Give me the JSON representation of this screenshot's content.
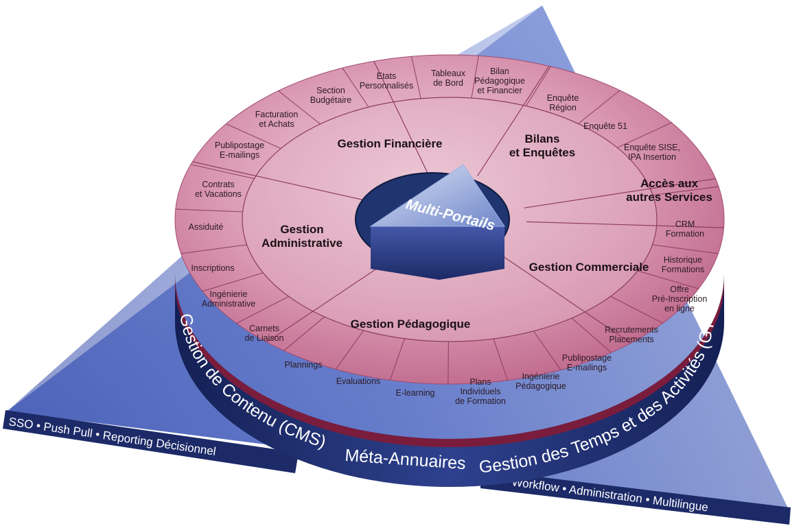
{
  "center": {
    "label": "Multi-Portails"
  },
  "sectors": [
    {
      "id": "financiere",
      "label": [
        "Gestion Financière"
      ]
    },
    {
      "id": "bilans",
      "label": [
        "Bilans",
        "et Enquêtes"
      ]
    },
    {
      "id": "acces",
      "label": [
        "Accès aux",
        "autres Services"
      ]
    },
    {
      "id": "commerciale",
      "label": [
        "Gestion Commerciale"
      ]
    },
    {
      "id": "pedagogique",
      "label": [
        "Gestion Pédagogique"
      ]
    },
    {
      "id": "administrative",
      "label": [
        "Gestion",
        "Administrative"
      ]
    }
  ],
  "outer_items": [
    {
      "label": [
        "Tableaux",
        "de Bord"
      ]
    },
    {
      "label": [
        "Bilan",
        "Pédagogique",
        "et Financier"
      ]
    },
    {
      "label": [
        "Enquête",
        "Région"
      ]
    },
    {
      "label": [
        "Enquête 51"
      ]
    },
    {
      "label": [
        "Enquête SISE,",
        "IPA Insertion"
      ]
    },
    {
      "label": [
        "CRM",
        "Formation"
      ]
    },
    {
      "label": [
        "Historique",
        "Formations"
      ]
    },
    {
      "label": [
        "Offre",
        "Pré-Inscription",
        "en ligne"
      ]
    },
    {
      "label": [
        "Recrutements",
        "Placements"
      ]
    },
    {
      "label": [
        "Publipostage",
        "E-mailings"
      ]
    },
    {
      "label": [
        "Ingénierie",
        "Pédagogique"
      ]
    },
    {
      "label": [
        "Plans",
        "Individuels",
        "de Formation"
      ]
    },
    {
      "label": [
        "E-learning"
      ]
    },
    {
      "label": [
        "Evaluations"
      ]
    },
    {
      "label": [
        "Plannings"
      ]
    },
    {
      "label": [
        "Carnets",
        "de Liaison"
      ]
    },
    {
      "label": [
        "Ingénierie",
        "Administrative"
      ]
    },
    {
      "label": [
        "Inscriptions"
      ]
    },
    {
      "label": [
        "Assiduité"
      ]
    },
    {
      "label": [
        "Contrats",
        "et Vacations"
      ]
    },
    {
      "label": [
        "Publipostage",
        "E-mailings"
      ]
    },
    {
      "label": [
        "Facturation",
        "et Achats"
      ]
    },
    {
      "label": [
        "Section",
        "Budgétaire"
      ]
    },
    {
      "label": [
        "Etats",
        "Personnalisés"
      ]
    }
  ],
  "band": {
    "left": "Gestion de Contenu (CMS)",
    "middle": "Méta-Annuaires",
    "right": "Gestion des Temps et des Activités (GTA)"
  },
  "base": {
    "left": [
      "SSO",
      "Push Pull",
      "Reporting Décisionnel"
    ],
    "right": [
      "Workflow",
      "Administration",
      "Multilingue"
    ]
  },
  "colors": {
    "disc": "#dca2b8",
    "disc_dark": "#b35a7d",
    "band": "#1f2f70",
    "triangle": "#5d73c7",
    "base_strip": "#1c2a68"
  }
}
